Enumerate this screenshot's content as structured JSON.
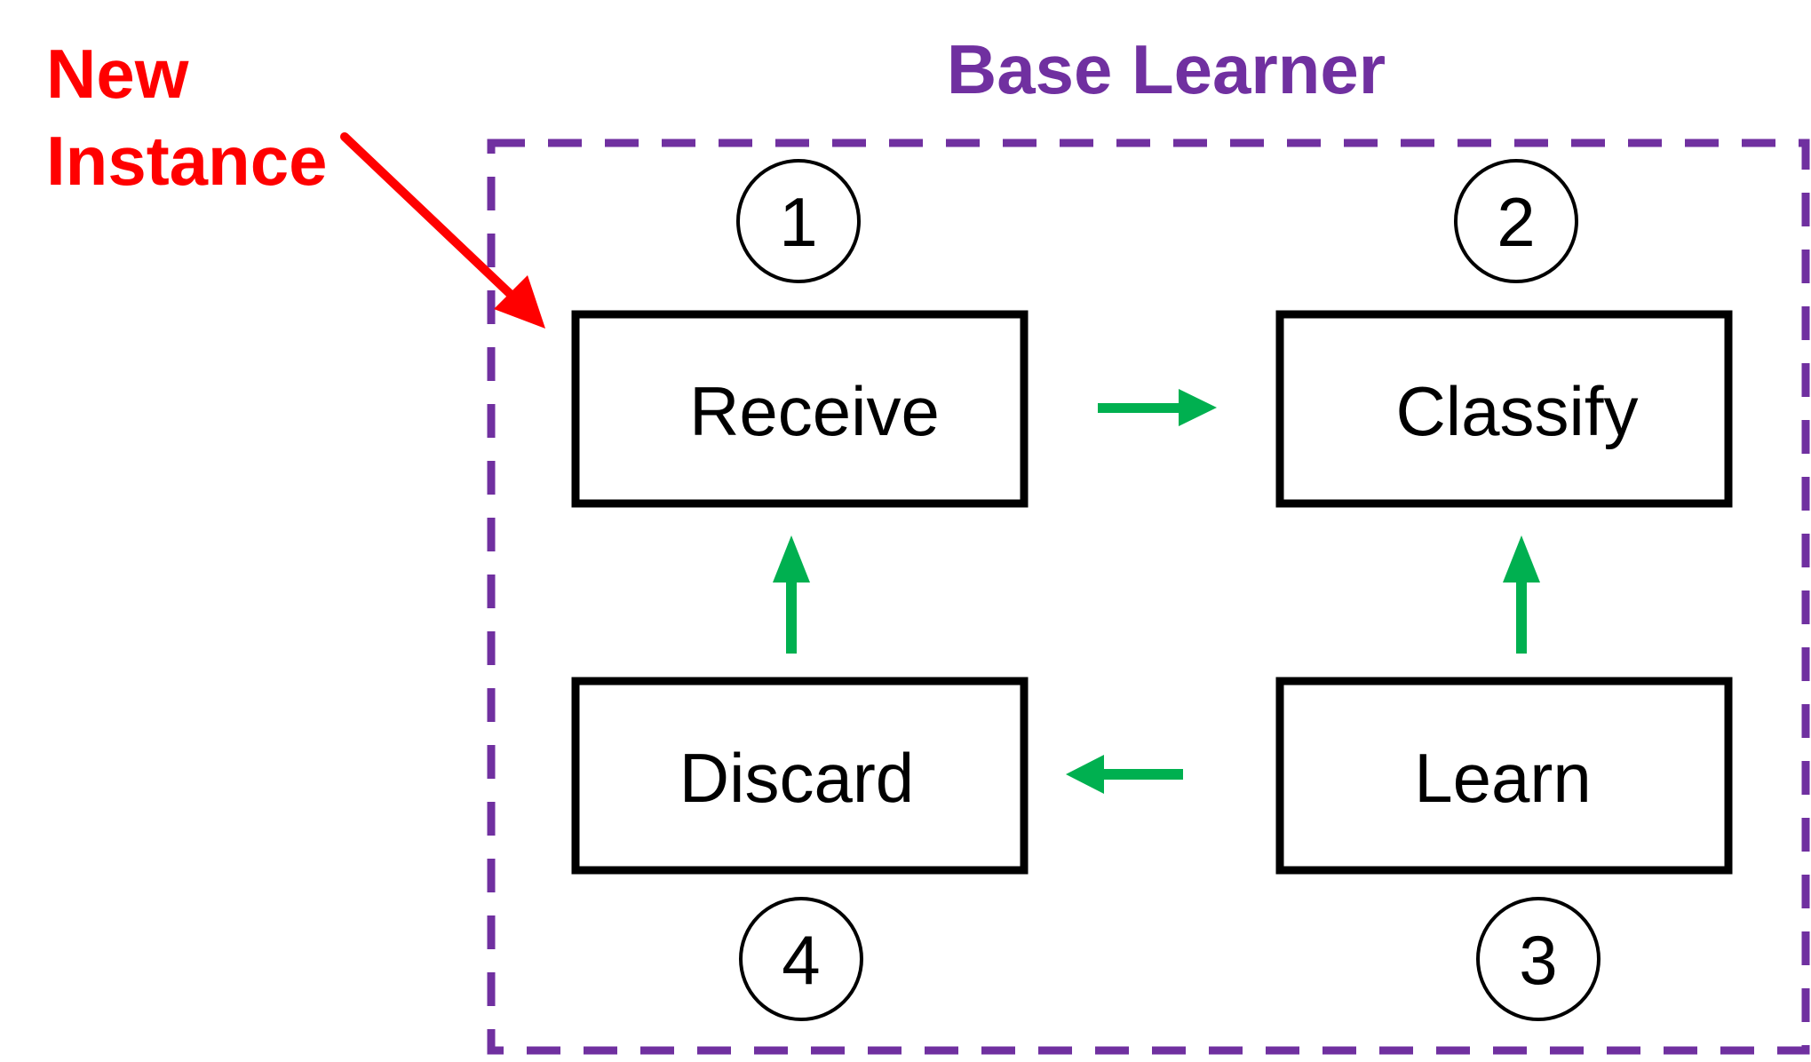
{
  "title": "Base Learner",
  "input_label": [
    "New",
    "Instance"
  ],
  "steps": [
    {
      "id": 1,
      "label": "Receive",
      "number": "1"
    },
    {
      "id": 2,
      "label": "Classify",
      "number": "2"
    },
    {
      "id": 3,
      "label": "Learn",
      "number": "3"
    },
    {
      "id": 4,
      "label": "Discard",
      "number": "4"
    }
  ],
  "colors": {
    "title": "#7030A0",
    "container_border": "#7030A0",
    "input_label": "#FF0000",
    "input_arrow": "#FF0000",
    "flow_arrow": "#00B050",
    "box_border": "#000000",
    "text": "#000000"
  }
}
